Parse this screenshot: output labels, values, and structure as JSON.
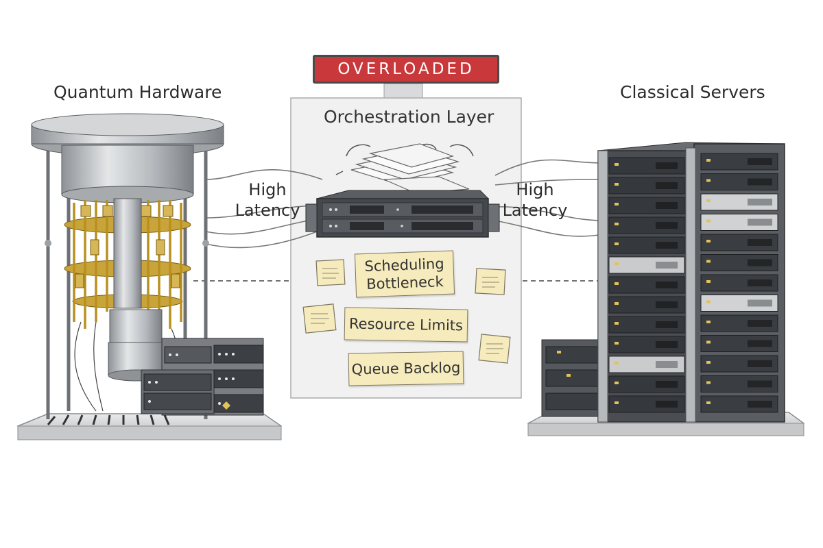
{
  "status_badge": "OVERLOADED",
  "left_title": "Quantum Hardware",
  "right_title": "Classical Servers",
  "center_title": "Orchestration Layer",
  "latency_left": {
    "line1": "High",
    "line2": "Latency"
  },
  "latency_right": {
    "line1": "High",
    "line2": "Latency"
  },
  "issues": {
    "scheduling": {
      "line1": "Scheduling",
      "line2": "Bottleneck"
    },
    "resource": "Resource Limits",
    "queue": "Queue Backlog"
  },
  "colors": {
    "badge": "#c9383a",
    "note": "#f6ebbc",
    "gold": "#c9a43a",
    "metal": "#b9bcbf",
    "rack": "#3a3d41"
  },
  "icons": [
    "dilution-refrigerator-icon",
    "server-rack-icon",
    "server-unit-icon",
    "paper-stack-icon",
    "sticky-note-icon"
  ]
}
